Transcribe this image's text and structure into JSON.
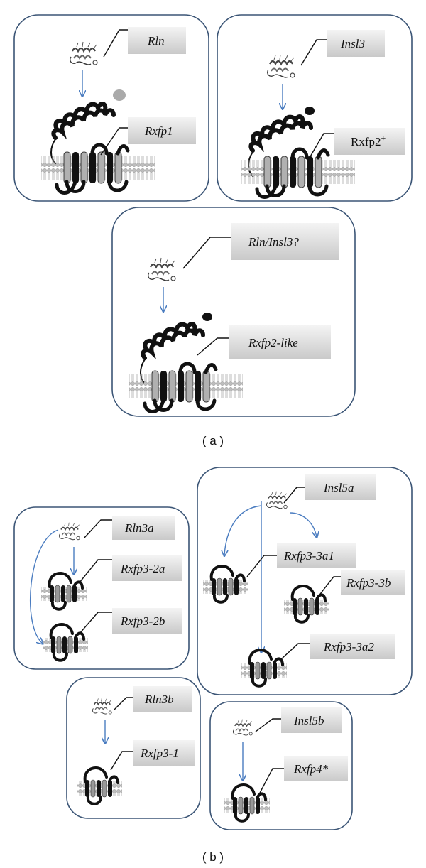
{
  "panel_a": {
    "caption": "( a )",
    "boxes": [
      {
        "ligand": "Rln",
        "receptor": "Rxfp1",
        "receptor_sup": ""
      },
      {
        "ligand": "Insl3",
        "receptor": "Rxfp2",
        "receptor_sup": "+"
      },
      {
        "ligand": "Rln/Insl3?",
        "receptor": "Rxfp2-like",
        "receptor_sup": ""
      }
    ]
  },
  "panel_b": {
    "caption": "( b )",
    "boxes": [
      {
        "ligand": "Rln3a",
        "receptors": [
          "Rxfp3-2a",
          "Rxfp3-2b"
        ]
      },
      {
        "ligand": "Insl5a",
        "receptors": [
          "Rxfp3-3a1",
          "Rxfp3-3b",
          "Rxfp3-3a2"
        ]
      },
      {
        "ligand": "Rln3b",
        "receptors": [
          "Rxfp3-1"
        ]
      },
      {
        "ligand": "Insl5b",
        "receptors": [
          "Rxfp4*"
        ]
      }
    ]
  },
  "colors": {
    "box_border": "#3b5576",
    "arrow": "#4a7cc0",
    "label_gradient_top": "#f4f4f4",
    "label_gradient_bottom": "#c9c9c9"
  }
}
